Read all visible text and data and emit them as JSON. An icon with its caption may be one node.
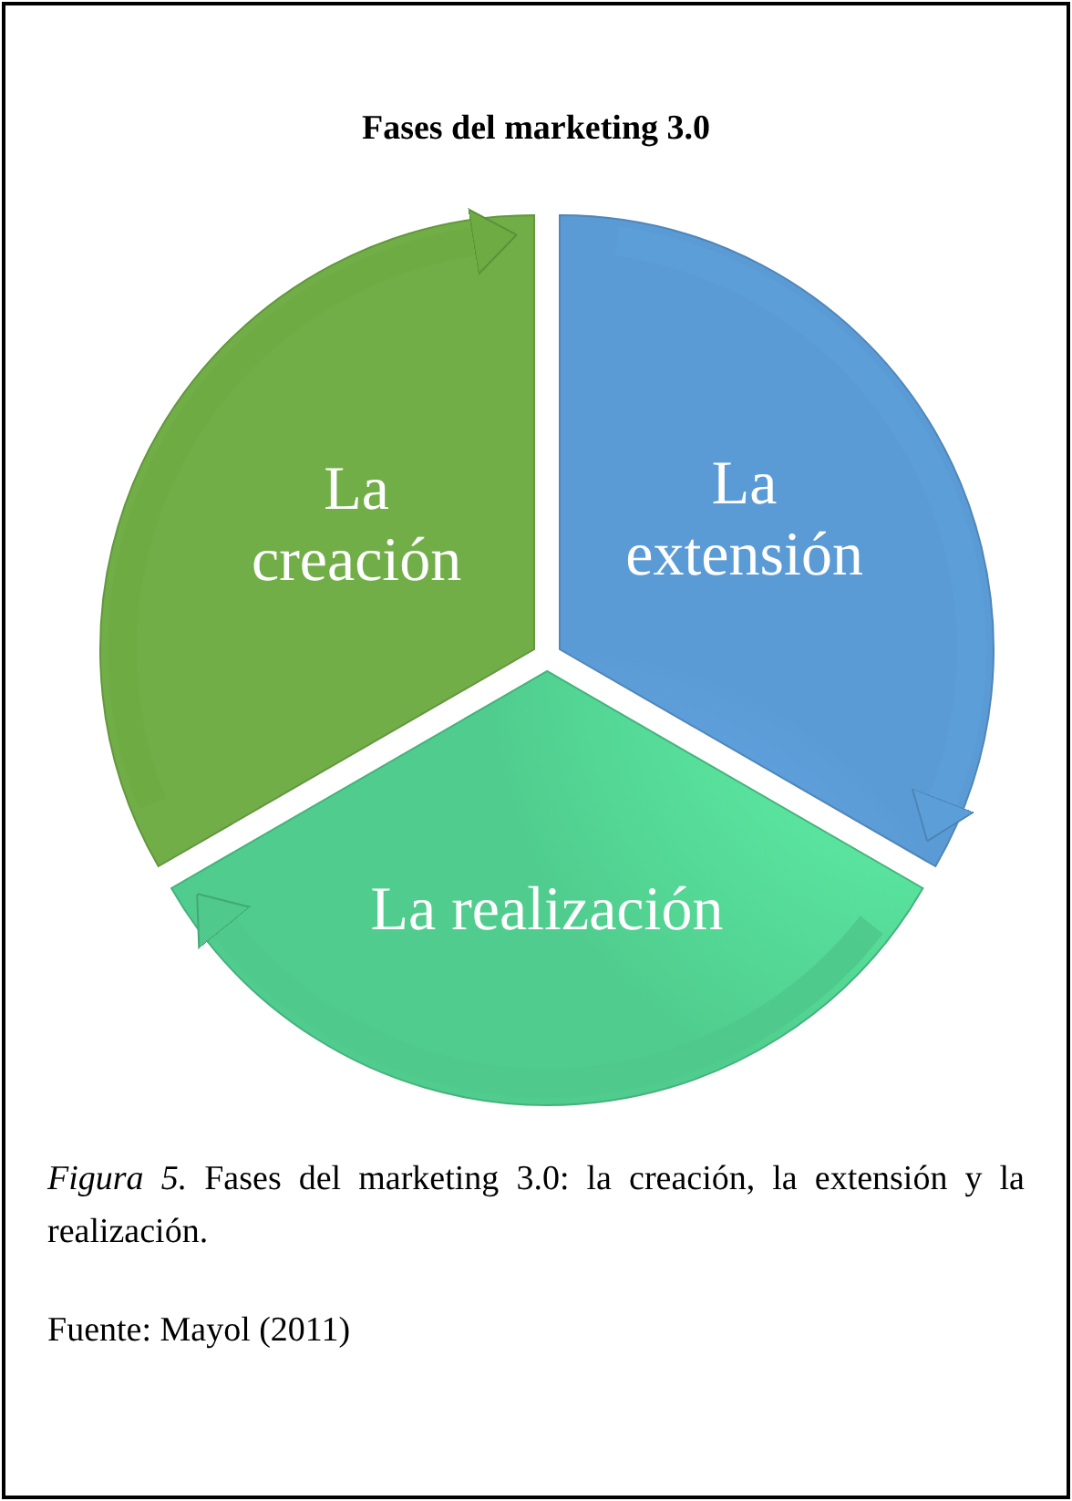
{
  "diagram": {
    "title": "Fases del marketing 3.0",
    "nodes": [
      {
        "text": [
          "La creación"
        ]
      },
      {
        "text": [
          "La extensión"
        ]
      },
      {
        "text": [
          "La realización"
        ]
      }
    ],
    "edges": [
      {
        "from": 0,
        "to": 1,
        "arrow": "to",
        "color": "#6eac43"
      },
      {
        "from": 1,
        "to": 2,
        "arrow": "to",
        "color": "#5c9ed8"
      },
      {
        "from": 2,
        "to": 0,
        "arrow": "to",
        "color": "#4fc98c"
      }
    ],
    "caption": "*Figura 5.* Fases del marketing 3.0: la creación, la extensión y la realización.",
    "labels": [
      "Fuente: Mayol (2011)"
    ]
  }
}
